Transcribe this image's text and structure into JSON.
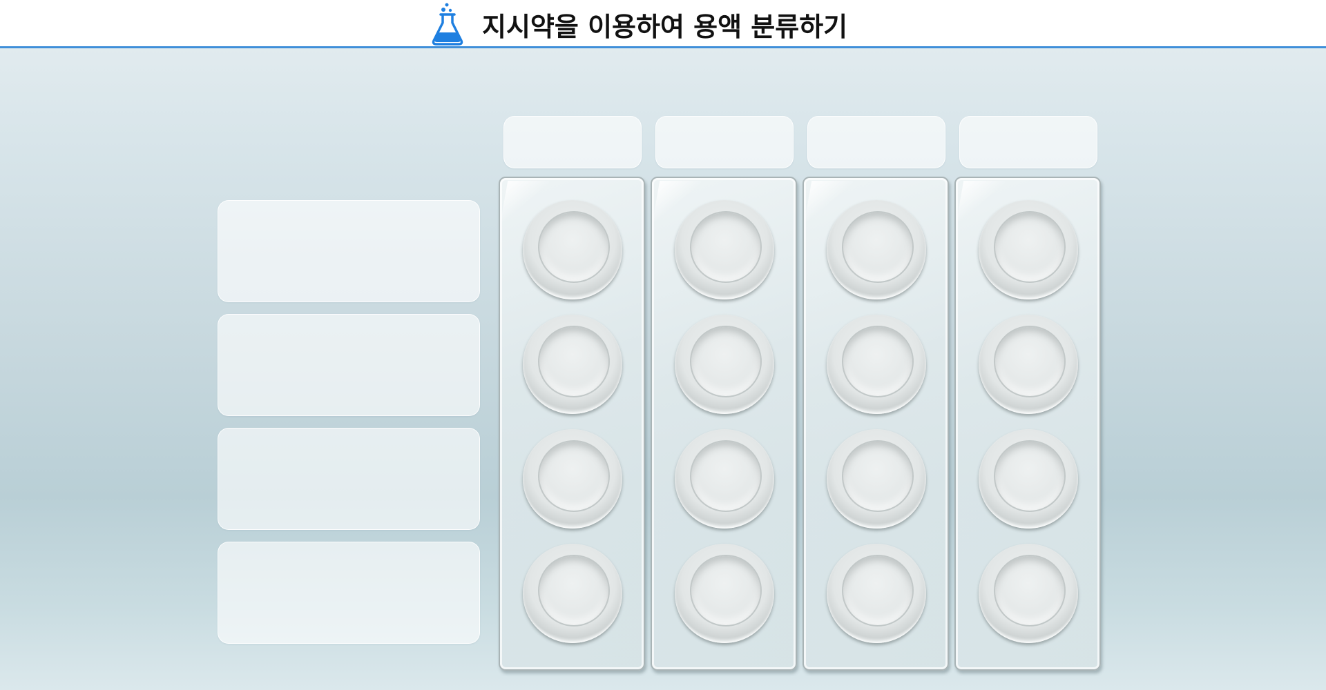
{
  "header": {
    "title": "지시약을 이용하여 용액 분류하기",
    "icon": "flask-icon",
    "accent_color": "#3f8fd9",
    "icon_color": "#1e7fe0"
  },
  "column_labels": [
    "",
    "",
    "",
    ""
  ],
  "row_labels": [
    "",
    "",
    "",
    ""
  ],
  "wells_per_strip": 4,
  "strips_count": 4
}
